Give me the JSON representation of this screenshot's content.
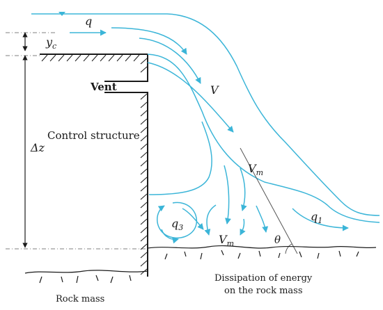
{
  "labels": {
    "q": "q",
    "yc": "y",
    "yc_sub": "c",
    "vent": "Vent",
    "v": "V",
    "control_structure": "Control structure",
    "delta_z": "Δz",
    "vm_upper": "V",
    "vm_upper_sub": "m",
    "vm_lower": "V",
    "vm_lower_sub": "m",
    "q1": "q",
    "q1_sub": "1",
    "q3": "q",
    "q3_sub": "3",
    "theta": "θ",
    "rock_mass": "Rock mass",
    "dissipation_line1": "Dissipation of energy",
    "dissipation_line2": "on the rock mass"
  },
  "colors": {
    "flow": "#3bb5d8",
    "structure": "#1a1a1a",
    "text": "#1a1a1a",
    "guide_lines": "#555555"
  }
}
